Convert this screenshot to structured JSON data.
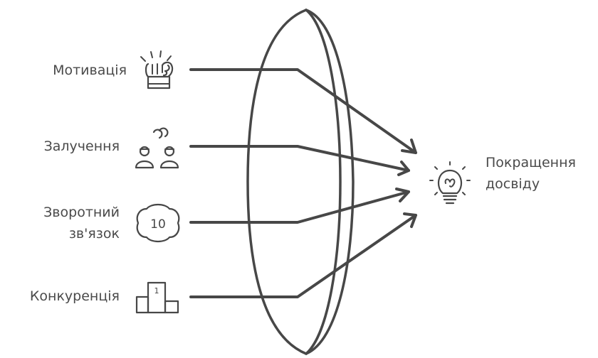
{
  "inputs": [
    {
      "label": "Мотивація",
      "icon": "raised-fist-icon"
    },
    {
      "label": "Залучення",
      "icon": "people-link-icon"
    },
    {
      "label_line1": "Зворотний",
      "label_line2": "зв'язок",
      "icon": "rating-10-badge-icon",
      "badge": "10"
    },
    {
      "label": "Конкуренція",
      "icon": "podium-icon",
      "badge": "1"
    }
  ],
  "output": {
    "line1": "Покращення",
    "line2": "досвіду",
    "icon": "lightbulb-icon"
  },
  "colors": {
    "ink": "#474747",
    "text": "#4a4a4a",
    "background": "#ffffff"
  }
}
